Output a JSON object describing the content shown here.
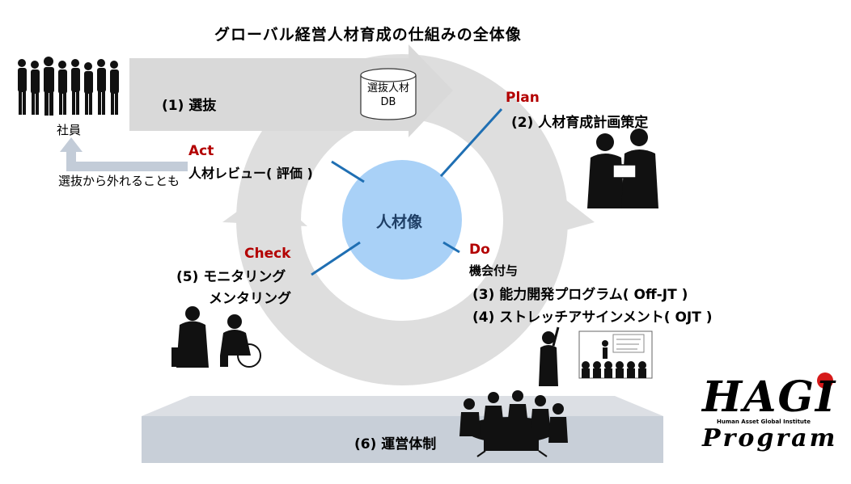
{
  "title": "グローバル経営人材育成の仕組みの全体像",
  "hub": "人材像",
  "employees_label": "社員",
  "exclusion_note": "選抜から外れることも",
  "database": {
    "line1": "選抜人材",
    "line2": "DB"
  },
  "steps": {
    "selection": "(1) 選抜",
    "plan": {
      "tag": "Plan",
      "label": "(2) 人材育成計画策定"
    },
    "do": {
      "tag": "Do",
      "sub": "機会付与",
      "item3": "(3) 能力開発プログラム( Off-JT )",
      "item4": "(4) ストレッチアサインメント( OJT )"
    },
    "check": {
      "tag": "Check",
      "line1": "(5) モニタリング",
      "line2": "メンタリング"
    },
    "act": {
      "tag": "Act",
      "label": "人材レビュー( 評価 )"
    },
    "operation": "(6) 運営体制"
  },
  "logo": {
    "main": "HAGI",
    "sub": "Human Asset Global Institute",
    "program": "Program"
  },
  "colors": {
    "cycle": "#dedede",
    "hub": "#a9d1f7",
    "connector": "#1f6fb3",
    "accent": "#b30000",
    "band": "#c8cfd8"
  }
}
